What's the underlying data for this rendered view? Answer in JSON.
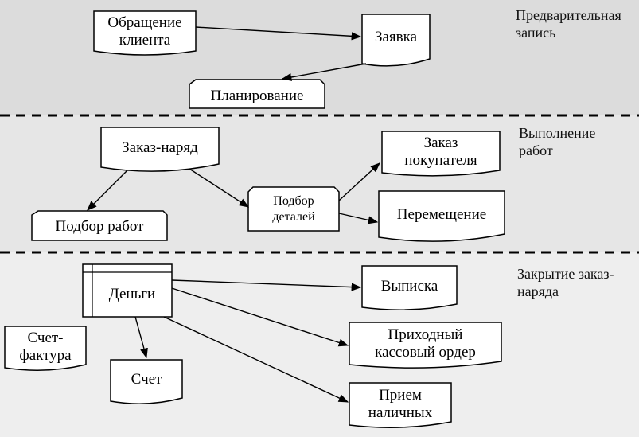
{
  "diagram": {
    "lanes": [
      {
        "id": "lane-1",
        "label": "Предварительная\nзапись"
      },
      {
        "id": "lane-2",
        "label": "Выполнение\nработ"
      },
      {
        "id": "lane-3",
        "label": "Закрытие заказ-\nнаряда"
      }
    ],
    "nodes": {
      "obrashchenie": "Обращение\nклиента",
      "zayavka": "Заявка",
      "planirovanie": "Планирование",
      "zakaz_naryad": "Заказ-наряд",
      "podbor_rabot": "Подбор работ",
      "podbor_detaley": "Подбор\nдеталей",
      "zakaz_pokupatelya": "Заказ\nпокупателя",
      "peremeshchenie": "Перемещение",
      "dengi": "Деньги",
      "vypiska": "Выписка",
      "prikhodny_order": "Приходный\nкассовый ордер",
      "schet_faktura": "Счет-\nфактура",
      "schet": "Счет",
      "priem_nalichnykh": "Прием\nналичных"
    },
    "edges": [
      {
        "from": "obrashchenie",
        "to": "zayavka"
      },
      {
        "from": "zayavka",
        "to": "planirovanie"
      },
      {
        "from": "zakaz_naryad",
        "to": "podbor_rabot"
      },
      {
        "from": "zakaz_naryad",
        "to": "podbor_detaley"
      },
      {
        "from": "podbor_detaley",
        "to": "zakaz_pokupatelya"
      },
      {
        "from": "podbor_detaley",
        "to": "peremeshchenie"
      },
      {
        "from": "dengi",
        "to": "vypiska"
      },
      {
        "from": "dengi",
        "to": "prikhodny_order"
      },
      {
        "from": "dengi",
        "to": "schet"
      },
      {
        "from": "dengi",
        "to": "priem_nalichnykh"
      }
    ]
  }
}
